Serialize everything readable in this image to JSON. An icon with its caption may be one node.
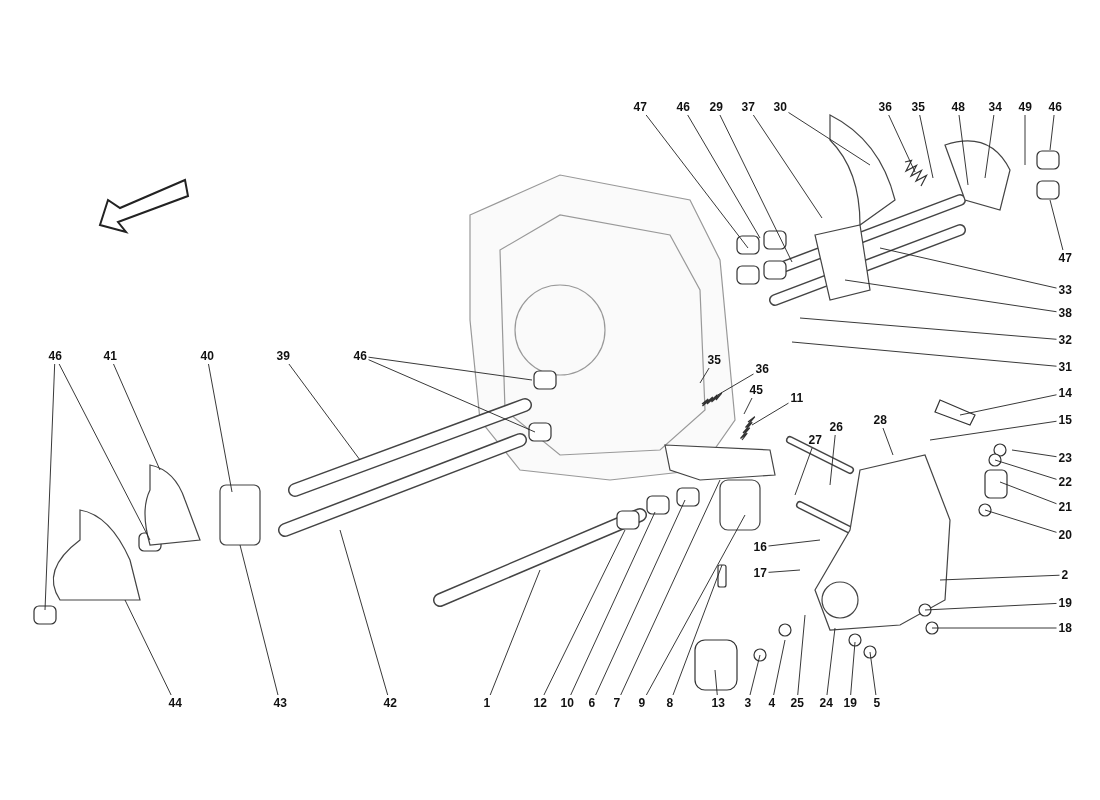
{
  "diagram": {
    "nodes": [
      {
        "text": [
          "47"
        ]
      },
      {
        "text": [
          "46"
        ]
      },
      {
        "text": [
          "29"
        ]
      },
      {
        "text": [
          "37"
        ]
      },
      {
        "text": [
          "30"
        ]
      },
      {
        "text": [
          "36"
        ]
      },
      {
        "text": [
          "35"
        ]
      },
      {
        "text": [
          "48"
        ]
      },
      {
        "text": [
          "34"
        ]
      },
      {
        "text": [
          "49"
        ]
      },
      {
        "text": [
          "46"
        ]
      },
      {
        "text": [
          "47"
        ]
      },
      {
        "text": [
          "33"
        ]
      },
      {
        "text": [
          "38"
        ]
      },
      {
        "text": [
          "32"
        ]
      },
      {
        "text": [
          "31"
        ]
      },
      {
        "text": [
          "46"
        ]
      },
      {
        "text": [
          "41"
        ]
      },
      {
        "text": [
          "40"
        ]
      },
      {
        "text": [
          "39"
        ]
      },
      {
        "text": [
          "46"
        ]
      },
      {
        "text": [
          "35"
        ]
      },
      {
        "text": [
          "36"
        ]
      },
      {
        "text": [
          "45"
        ]
      },
      {
        "text": [
          "11"
        ]
      },
      {
        "text": [
          "14"
        ]
      },
      {
        "text": [
          "28"
        ]
      },
      {
        "text": [
          "15"
        ]
      },
      {
        "text": [
          "26"
        ]
      },
      {
        "text": [
          "27"
        ]
      },
      {
        "text": [
          "23"
        ]
      },
      {
        "text": [
          "22"
        ]
      },
      {
        "text": [
          "21"
        ]
      },
      {
        "text": [
          "20"
        ]
      },
      {
        "text": [
          "16"
        ]
      },
      {
        "text": [
          "17"
        ]
      },
      {
        "text": [
          "2"
        ]
      },
      {
        "text": [
          "19"
        ]
      },
      {
        "text": [
          "18"
        ]
      },
      {
        "text": [
          "44"
        ]
      },
      {
        "text": [
          "43"
        ]
      },
      {
        "text": [
          "42"
        ]
      },
      {
        "text": [
          "1"
        ]
      },
      {
        "text": [
          "12"
        ]
      },
      {
        "text": [
          "10"
        ]
      },
      {
        "text": [
          "6"
        ]
      },
      {
        "text": [
          "7"
        ]
      },
      {
        "text": [
          "9"
        ]
      },
      {
        "text": [
          "8"
        ]
      },
      {
        "text": [
          "13"
        ]
      },
      {
        "text": [
          "3"
        ]
      },
      {
        "text": [
          "4"
        ]
      },
      {
        "text": [
          "25"
        ]
      },
      {
        "text": [
          "24"
        ]
      },
      {
        "text": [
          "19"
        ]
      },
      {
        "text": [
          "5"
        ]
      }
    ],
    "edges": [
      {
        "from": 0,
        "to": null,
        "arrow": "none"
      },
      {
        "from": 1,
        "to": null,
        "arrow": "none"
      },
      {
        "from": 2,
        "to": null,
        "arrow": "none"
      },
      {
        "from": 3,
        "to": null,
        "arrow": "none"
      },
      {
        "from": 4,
        "to": null,
        "arrow": "none"
      },
      {
        "from": 5,
        "to": null,
        "arrow": "none"
      },
      {
        "from": 6,
        "to": null,
        "arrow": "none"
      },
      {
        "from": 7,
        "to": null,
        "arrow": "none"
      },
      {
        "from": 8,
        "to": null,
        "arrow": "none"
      },
      {
        "from": 9,
        "to": null,
        "arrow": "none"
      },
      {
        "from": 10,
        "to": null,
        "arrow": "none"
      },
      {
        "from": 11,
        "to": null,
        "arrow": "none"
      },
      {
        "from": 12,
        "to": null,
        "arrow": "none"
      },
      {
        "from": 13,
        "to": null,
        "arrow": "none"
      },
      {
        "from": 14,
        "to": null,
        "arrow": "none"
      },
      {
        "from": 15,
        "to": null,
        "arrow": "none"
      },
      {
        "from": 16,
        "to": null,
        "arrow": "none"
      },
      {
        "from": 16,
        "to": null,
        "arrow": "none"
      },
      {
        "from": 17,
        "to": null,
        "arrow": "none"
      },
      {
        "from": 18,
        "to": null,
        "arrow": "none"
      },
      {
        "from": 19,
        "to": null,
        "arrow": "none"
      },
      {
        "from": 20,
        "to": null,
        "arrow": "none"
      },
      {
        "from": 20,
        "to": null,
        "arrow": "none"
      },
      {
        "from": 21,
        "to": null,
        "arrow": "none"
      },
      {
        "from": 22,
        "to": null,
        "arrow": "none"
      },
      {
        "from": 23,
        "to": null,
        "arrow": "none"
      },
      {
        "from": 24,
        "to": null,
        "arrow": "none"
      },
      {
        "from": 25,
        "to": null,
        "arrow": "none"
      },
      {
        "from": 26,
        "to": null,
        "arrow": "none"
      },
      {
        "from": 27,
        "to": null,
        "arrow": "none"
      },
      {
        "from": 28,
        "to": null,
        "arrow": "none"
      },
      {
        "from": 29,
        "to": null,
        "arrow": "none"
      },
      {
        "from": 30,
        "to": null,
        "arrow": "none"
      },
      {
        "from": 31,
        "to": null,
        "arrow": "none"
      },
      {
        "from": 32,
        "to": null,
        "arrow": "none"
      },
      {
        "from": 33,
        "to": null,
        "arrow": "none"
      },
      {
        "from": 34,
        "to": null,
        "arrow": "none"
      },
      {
        "from": 35,
        "to": null,
        "arrow": "none"
      },
      {
        "from": 36,
        "to": null,
        "arrow": "none"
      },
      {
        "from": 37,
        "to": null,
        "arrow": "none"
      },
      {
        "from": 38,
        "to": null,
        "arrow": "none"
      },
      {
        "from": 39,
        "to": null,
        "arrow": "none"
      },
      {
        "from": 40,
        "to": null,
        "arrow": "none"
      },
      {
        "from": 41,
        "to": null,
        "arrow": "none"
      },
      {
        "from": 42,
        "to": null,
        "arrow": "none"
      },
      {
        "from": 43,
        "to": null,
        "arrow": "none"
      },
      {
        "from": 44,
        "to": null,
        "arrow": "none"
      },
      {
        "from": 45,
        "to": null,
        "arrow": "none"
      },
      {
        "from": 46,
        "to": null,
        "arrow": "none"
      },
      {
        "from": 47,
        "to": null,
        "arrow": "none"
      },
      {
        "from": 48,
        "to": null,
        "arrow": "none"
      },
      {
        "from": 49,
        "to": null,
        "arrow": "none"
      },
      {
        "from": 50,
        "to": null,
        "arrow": "none"
      },
      {
        "from": 51,
        "to": null,
        "arrow": "none"
      },
      {
        "from": 52,
        "to": null,
        "arrow": "none"
      },
      {
        "from": 53,
        "to": null,
        "arrow": "none"
      },
      {
        "from": 54,
        "to": null,
        "arrow": "none"
      },
      {
        "from": 55,
        "to": null,
        "arrow": "none"
      }
    ]
  }
}
